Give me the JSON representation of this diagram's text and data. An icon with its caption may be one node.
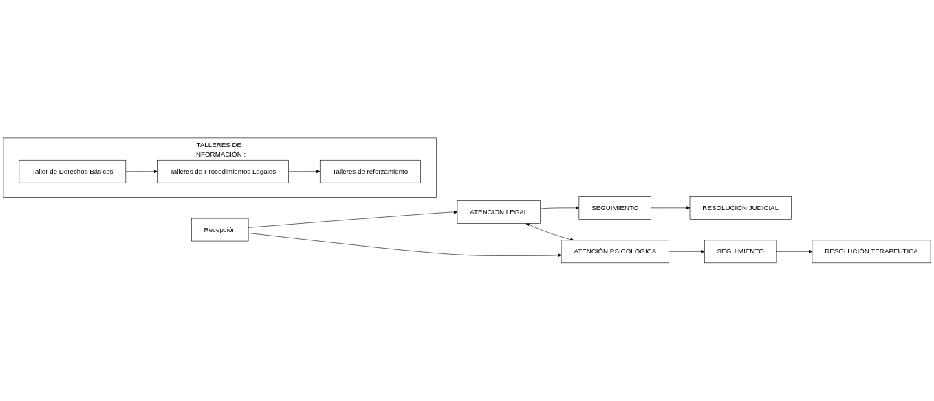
{
  "diagram": {
    "nodes": [
      {
        "text": [
          "ATENCIÓN LEGAL"
        ]
      },
      {
        "text": [
          "SEGUIMIENTO"
        ]
      },
      {
        "text": [
          "RESOLUCIÓN JUDICIAL"
        ]
      },
      {
        "text": [
          "TALLERES DE INFORMACIÓN :"
        ]
      },
      {
        "text": [
          "Taller de Derechos Básicos"
        ],
        "in": 3
      },
      {
        "text": [
          "Talleres de Procedimientos Legales"
        ],
        "in": 3
      },
      {
        "text": [
          "Talleres de reforzamiento"
        ],
        "in": 3
      },
      {
        "text": [
          "Recepción"
        ]
      },
      {
        "text": [
          "ATENCIÓN PSICOLOGICA"
        ]
      },
      {
        "text": [
          "SEGUIMIENTO"
        ]
      },
      {
        "text": [
          "RESOLUCIÓN TERAPEUTICA"
        ]
      }
    ],
    "edges": [
      {
        "from": 7,
        "to": 0,
        "arrow": "to"
      },
      {
        "from": 0,
        "to": 1,
        "arrow": "to"
      },
      {
        "from": 1,
        "to": 2,
        "arrow": "to"
      },
      {
        "from": 4,
        "to": 5,
        "arrow": "to"
      },
      {
        "from": 5,
        "to": 6,
        "arrow": "to"
      },
      {
        "from": 0,
        "to": 8,
        "arrow": "both"
      },
      {
        "from": 7,
        "to": 8,
        "arrow": "to"
      },
      {
        "from": 8,
        "to": 9,
        "arrow": "to"
      },
      {
        "from": 9,
        "to": 10,
        "arrow": "to"
      }
    ]
  }
}
